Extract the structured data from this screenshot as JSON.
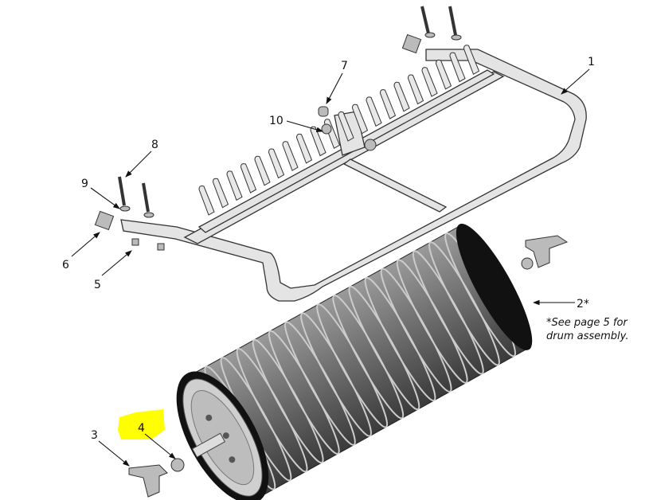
{
  "diagram": {
    "callouts": [
      {
        "id": "1",
        "label": "1"
      },
      {
        "id": "2",
        "label": "2*"
      },
      {
        "id": "3",
        "label": "3"
      },
      {
        "id": "4",
        "label": "4"
      },
      {
        "id": "5",
        "label": "5"
      },
      {
        "id": "6",
        "label": "6"
      },
      {
        "id": "7",
        "label": "7"
      },
      {
        "id": "8",
        "label": "8"
      },
      {
        "id": "9",
        "label": "9"
      },
      {
        "id": "10",
        "label": "10"
      }
    ],
    "note_line1": "*See page 5 for",
    "note_line2": "drum assembly.",
    "highlight_color": "#ffff00"
  }
}
